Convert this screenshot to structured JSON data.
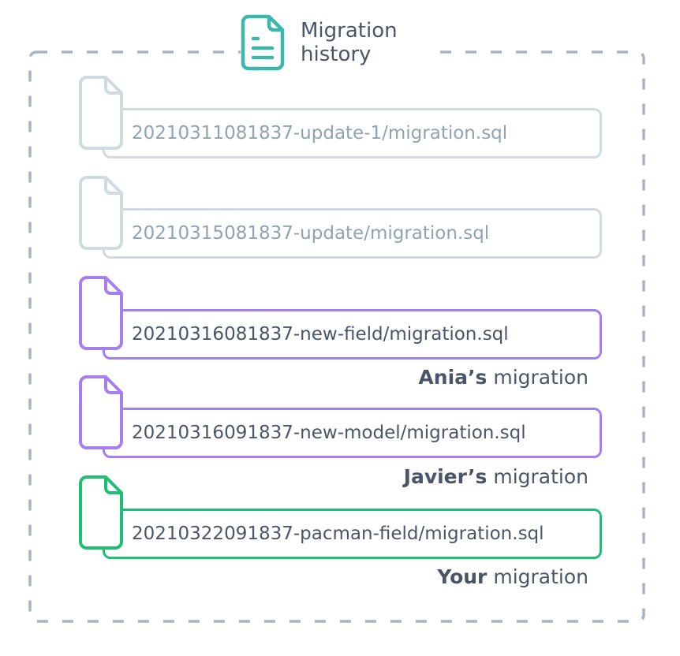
{
  "header": {
    "title_line1": "Migration",
    "title_line2": "history",
    "icon": "document-icon",
    "icon_color": "#3db6ab"
  },
  "colors": {
    "frame_dash": "#a8b3c4",
    "applied": "#cfdbe0",
    "applied_text": "#8fa3b0",
    "teammate": "#a67ef0",
    "yours": "#1fbf73",
    "dark_text": "#4a5568"
  },
  "migrations": [
    {
      "name": "20210311081837-update-1/migration.sql",
      "state": "applied"
    },
    {
      "name": "20210315081837-update/migration.sql",
      "state": "applied"
    },
    {
      "name": "20210316081837-new-field/migration.sql",
      "state": "teammate",
      "owner": "Ania’s",
      "owner_suffix": "migration"
    },
    {
      "name": "20210316091837-new-model/migration.sql",
      "state": "teammate",
      "owner": "Javier’s",
      "owner_suffix": "migration"
    },
    {
      "name": "20210322091837-pacman-field/migration.sql",
      "state": "yours",
      "owner": "Your",
      "owner_suffix": "migration"
    }
  ]
}
